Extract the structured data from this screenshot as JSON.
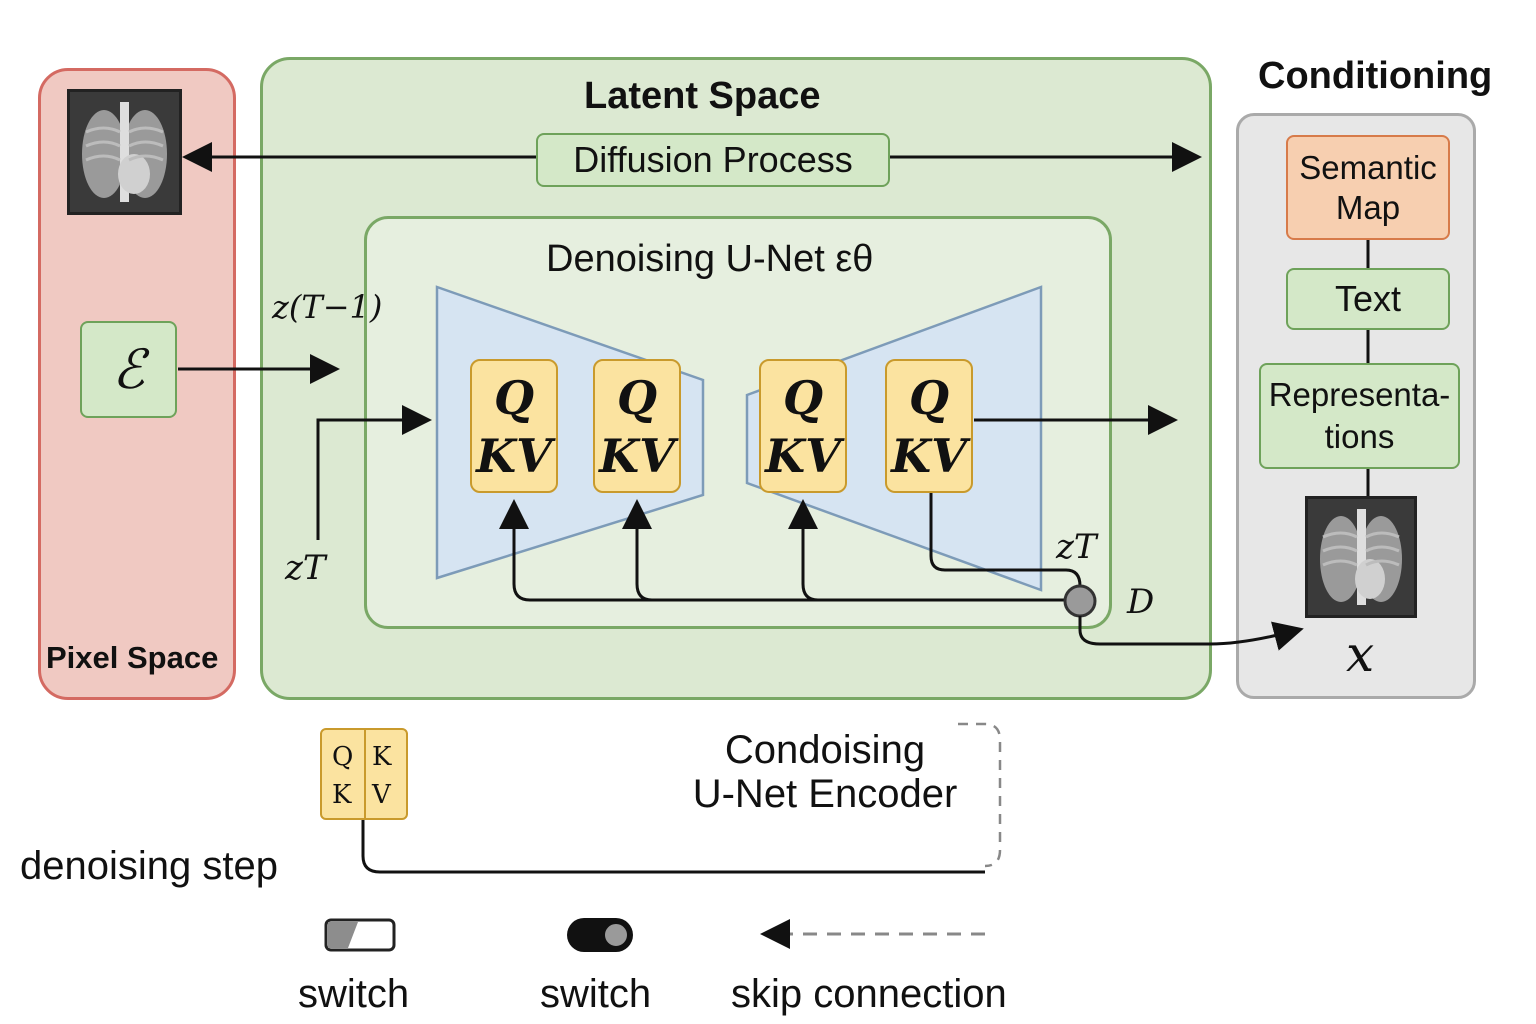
{
  "panels": {
    "pixel_space": "Pixel Space",
    "latent_space": "Latent Space",
    "conditioning": "Conditioning",
    "denoising_unet": "Denoising U-Net εθ"
  },
  "diffusion_process": "Diffusion Process",
  "encoder_symbol": "ℰ",
  "latent_labels": {
    "z_t_minus_1": "z(T−1)",
    "z_t_left": "zT",
    "z_t_right": "zT",
    "d": "D",
    "x": "x"
  },
  "attention_blocks": [
    {
      "q": "Q",
      "kv": "KV"
    },
    {
      "q": "Q",
      "kv": "KV"
    },
    {
      "q": "Q",
      "kv": "KV"
    },
    {
      "q": "Q",
      "kv": "KV"
    }
  ],
  "conditioning_items": [
    "Semantic Map",
    "Text",
    "Representa-tions"
  ],
  "conditioning_lines": {
    "semantic_1": "Semantic",
    "semantic_2": "Map",
    "text": "Text",
    "repr_1": "Representa-",
    "repr_2": "tions"
  },
  "legend": {
    "small_block": {
      "q": "Q",
      "k1": "K",
      "k2": "K",
      "v": "V"
    },
    "denoising_step": "denoising step",
    "encoder_line1": "Condoising",
    "encoder_line2": "U-Net Encoder",
    "switch_1": "switch",
    "switch_2": "switch",
    "skip_connection": "skip connection"
  },
  "colors": {
    "pixel_bg": "#f0c9c2",
    "latent_bg": "#dce9d2",
    "unet_trapezoid": "#d6e4f2",
    "qkv_fill": "#fbe3a0",
    "conditioning_bg": "#e7e7e7",
    "semantic_map": "#f7cfb0"
  }
}
